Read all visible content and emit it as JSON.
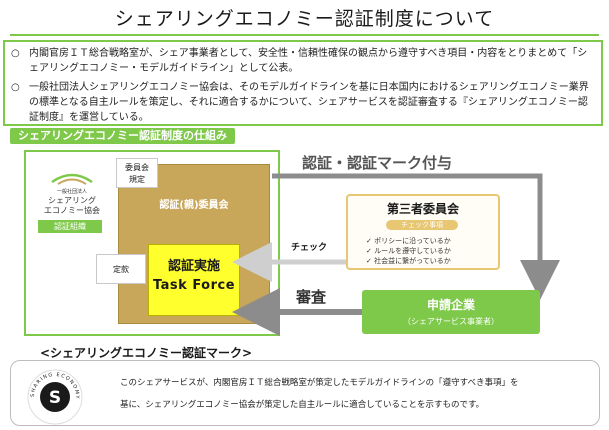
{
  "title": "シェアリングエコノミー認証制度について",
  "intro": {
    "items": [
      {
        "mark": "○",
        "text": "内閣官房ＩＴ総合戦略室が、シェア事業者として、安全性・信頼性確保の観点から遵守すべき項目・内容をとりまとめて「シェアリングエコノミー・モデルガイドライン」として公表。"
      },
      {
        "mark": "○",
        "text": "一般社団法人シェアリングエコノミー協会は、そのモデルガイドラインを基に日本国内におけるシェアリングエコノミー業界の標準となる自主ルールを策定し、それに適合するかについて、シェアサービスを認証審査する『シェアリングエコノミー認証制度』を運営している。"
      }
    ]
  },
  "diagram": {
    "section_title": "シェアリングエコノミー認証制度の仕組み",
    "association": {
      "logo_top": "一般社団法人",
      "logo_name_1": "シェアリング",
      "logo_name_2": "エコノミー協会",
      "badge": "認証組織"
    },
    "committee_rules": "委員会\n規定",
    "committee": "認証(親)委員会",
    "bylaws": "定款",
    "task_force_1": "認証実施",
    "task_force_2": "Task Force",
    "cert_mark_label": "認証・認証マーク付与",
    "third_party": {
      "title": "第三者委員会",
      "check_items_label": "チェック事項",
      "items": [
        "ポリシーに沿っているか",
        "ルールを遵守しているか",
        "社会益に繋がっているか"
      ],
      "check_glyph": "✓"
    },
    "check_label": "チェック",
    "review_label": "審査",
    "applicant": {
      "title": "申請企業",
      "subtitle": "（シェアサービス事業者）"
    },
    "colors": {
      "green": "#7ec84a",
      "gold": "#c9a75a",
      "yellow": "#ffff2e",
      "arrow": "#8c8c8c"
    }
  },
  "mark_section": {
    "heading": "<シェアリングエコノミー認証マーク>",
    "logo_letter": "S",
    "logo_ring_text": "SHARING ECONOMY",
    "text_1": "このシェアサービスが、内閣官房ＩＴ総合戦略室が策定したモデルガイドラインの「遵守すべき事項」を",
    "text_2": "基に、シェアリングエコノミー協会が策定した自主ルールに適合していることを示すものです。"
  }
}
